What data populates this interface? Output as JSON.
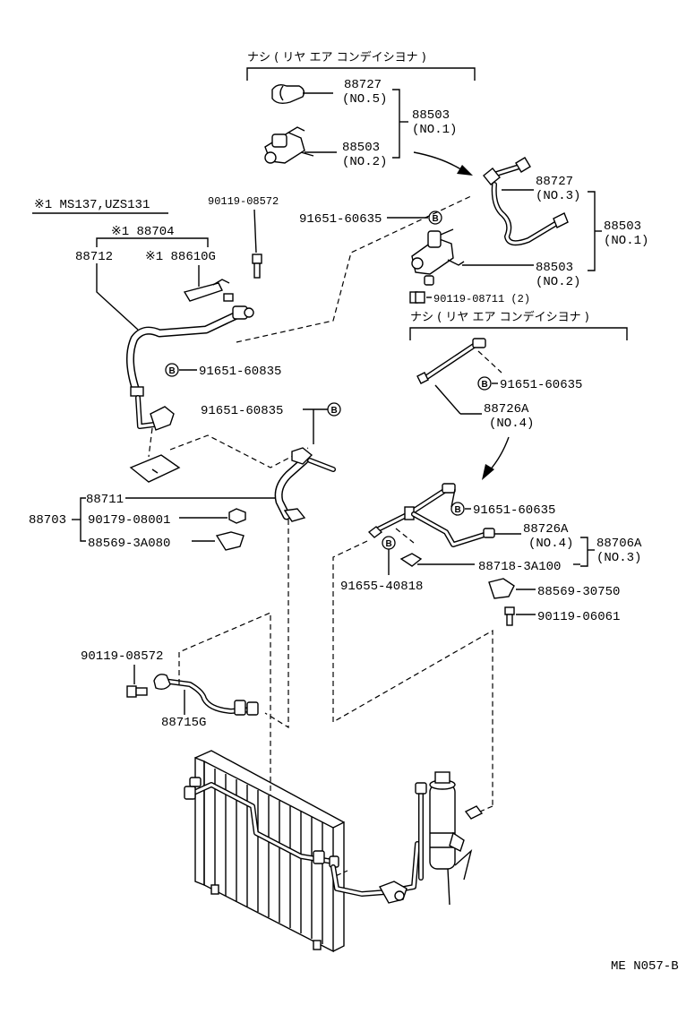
{
  "labels": {
    "rear_ac_none_1": "ナシ ( リヤ エア コンデイシヨナ )",
    "rear_ac_none_2": "ナシ ( リヤ エア コンデイシヨナ )",
    "p88727_top": "88727",
    "p88727_top_no": "(NO.5)",
    "p88503_top_a": "88503",
    "p88503_top_a_no": "(NO.1)",
    "p88503_top_b": "88503",
    "p88503_top_b_no": "(NO.2)",
    "p88727_mid": "88727",
    "p88727_mid_no": "(NO.3)",
    "p88503_mid_a": "88503",
    "p88503_mid_a_no": "(NO.1)",
    "p88503_mid_b": "88503",
    "p88503_mid_b_no": "(NO.2)",
    "p91651_60635_a": "91651-60635",
    "p90119_08711": "90119-08711 (2)",
    "p90119_08572_a": "90119-08572",
    "note_ms137": "※1 MS137,UZS131",
    "p88704": "※1 88704",
    "p88712": "88712",
    "p88610g": "※1 88610G",
    "p91651_60835_a": "91651-60835",
    "p91651_60835_b": "91651-60835",
    "p91651_60635_b": "91651-60635",
    "p88726a_a": "88726A",
    "p88726a_a_no": "(NO.4)",
    "p88711": "88711",
    "p88703": "88703",
    "p90179_08001": "90179-08001",
    "p88569_3a080": "88569-3A080",
    "p91651_60635_c": "91651-60635",
    "p88726a_b": "88726A",
    "p88726a_b_no": "(NO.4)",
    "p88706a": "88706A",
    "p88706a_no": "(NO.3)",
    "p88718_3a100": "88718-3A100",
    "p91655_40818": "91655-40818",
    "p88569_30750": "88569-30750",
    "p90119_06061": "90119-06061",
    "p90119_08572_b": "90119-08572",
    "p88715g": "88715G",
    "badge": "B",
    "footer_code": "ME  N057-B"
  }
}
